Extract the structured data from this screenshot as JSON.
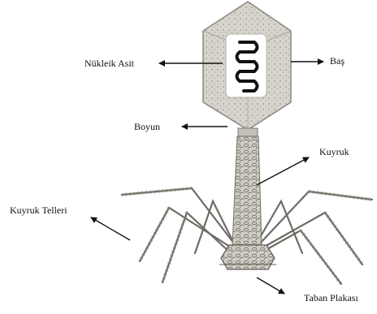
{
  "labels": {
    "nucleic_acid": "Nükleik Asit",
    "head": "Baş",
    "neck": "Boyun",
    "tail": "Kuyruk",
    "tail_fibers": "Kuyruk Telleri",
    "base_plate": "Taban Plakası"
  },
  "colors": {
    "capsid_fill": "#d9d7cf",
    "capsid_stroke": "#8a877f",
    "tail_fill": "#c9c6bd",
    "ink": "#111111",
    "fiber": "#6e6b64"
  }
}
